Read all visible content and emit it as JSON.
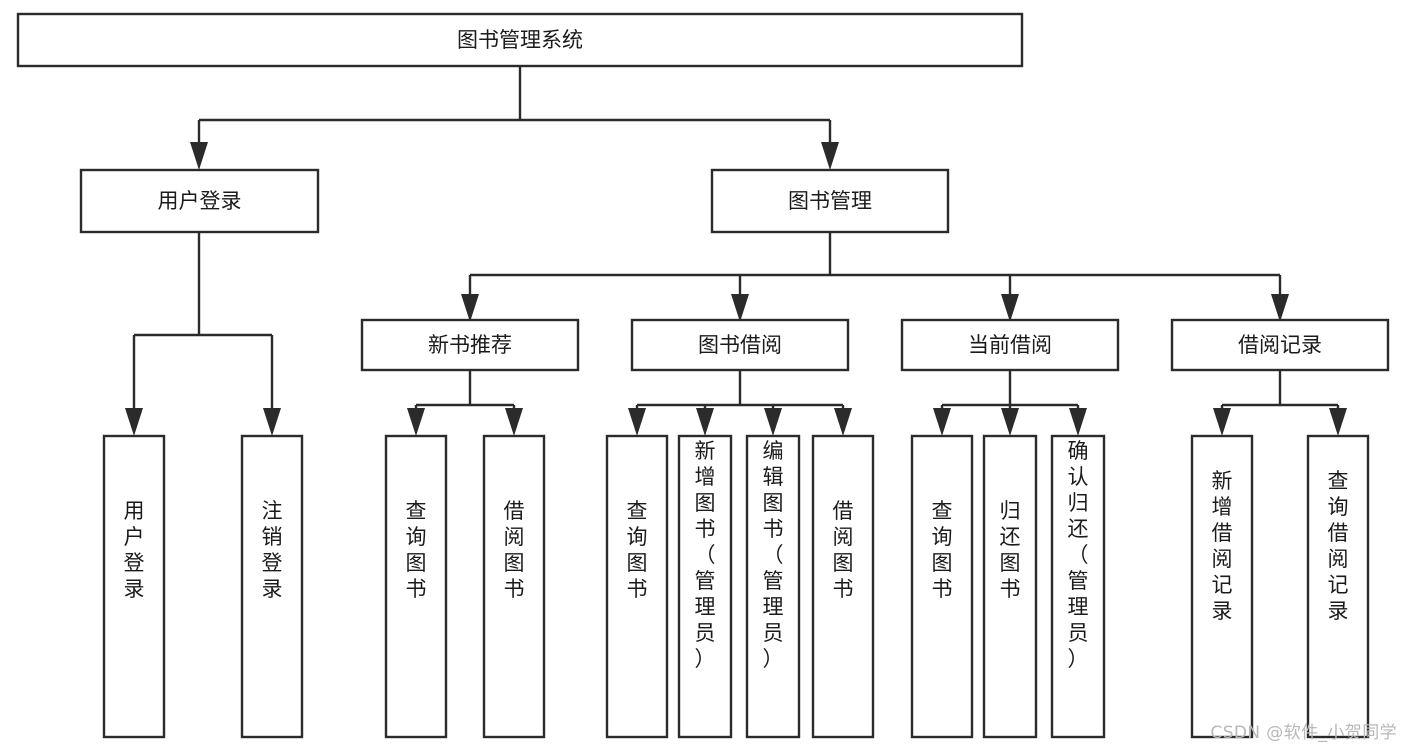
{
  "diagram": {
    "type": "tree-hierarchy-chart",
    "title": "图书管理系统",
    "watermark": "CSDN @软件_小贺同学",
    "colors": {
      "stroke": "#2b2b2b",
      "box_fill": "#ffffff",
      "text": "#1b1b1b",
      "background": "#ffffff",
      "watermark": "#b8b8b8"
    },
    "levels": {
      "root": {
        "label": "图书管理系统"
      },
      "level1": [
        {
          "label": "用户登录"
        },
        {
          "label": "图书管理"
        }
      ],
      "level2": [
        {
          "label": "新书推荐",
          "parent": "图书管理"
        },
        {
          "label": "图书借阅",
          "parent": "图书管理"
        },
        {
          "label": "当前借阅",
          "parent": "图书管理"
        },
        {
          "label": "借阅记录",
          "parent": "图书管理"
        }
      ],
      "leaves": [
        {
          "label": "用户登录",
          "parent": "用户登录"
        },
        {
          "label": "注销登录",
          "parent": "用户登录"
        },
        {
          "label": "查询图书",
          "parent": "新书推荐"
        },
        {
          "label": "借阅图书",
          "parent": "新书推荐"
        },
        {
          "label": "查询图书",
          "parent": "图书借阅"
        },
        {
          "label": "新增图书（管理员）",
          "parent": "图书借阅"
        },
        {
          "label": "编辑图书（管理员）",
          "parent": "图书借阅"
        },
        {
          "label": "借阅图书",
          "parent": "图书借阅"
        },
        {
          "label": "查询图书",
          "parent": "当前借阅"
        },
        {
          "label": "归还图书",
          "parent": "当前借阅"
        },
        {
          "label": "确认归还（管理员）",
          "parent": "当前借阅"
        },
        {
          "label": "新增借阅记录",
          "parent": "借阅记录"
        },
        {
          "label": "查询借阅记录",
          "parent": "借阅记录"
        }
      ]
    }
  }
}
